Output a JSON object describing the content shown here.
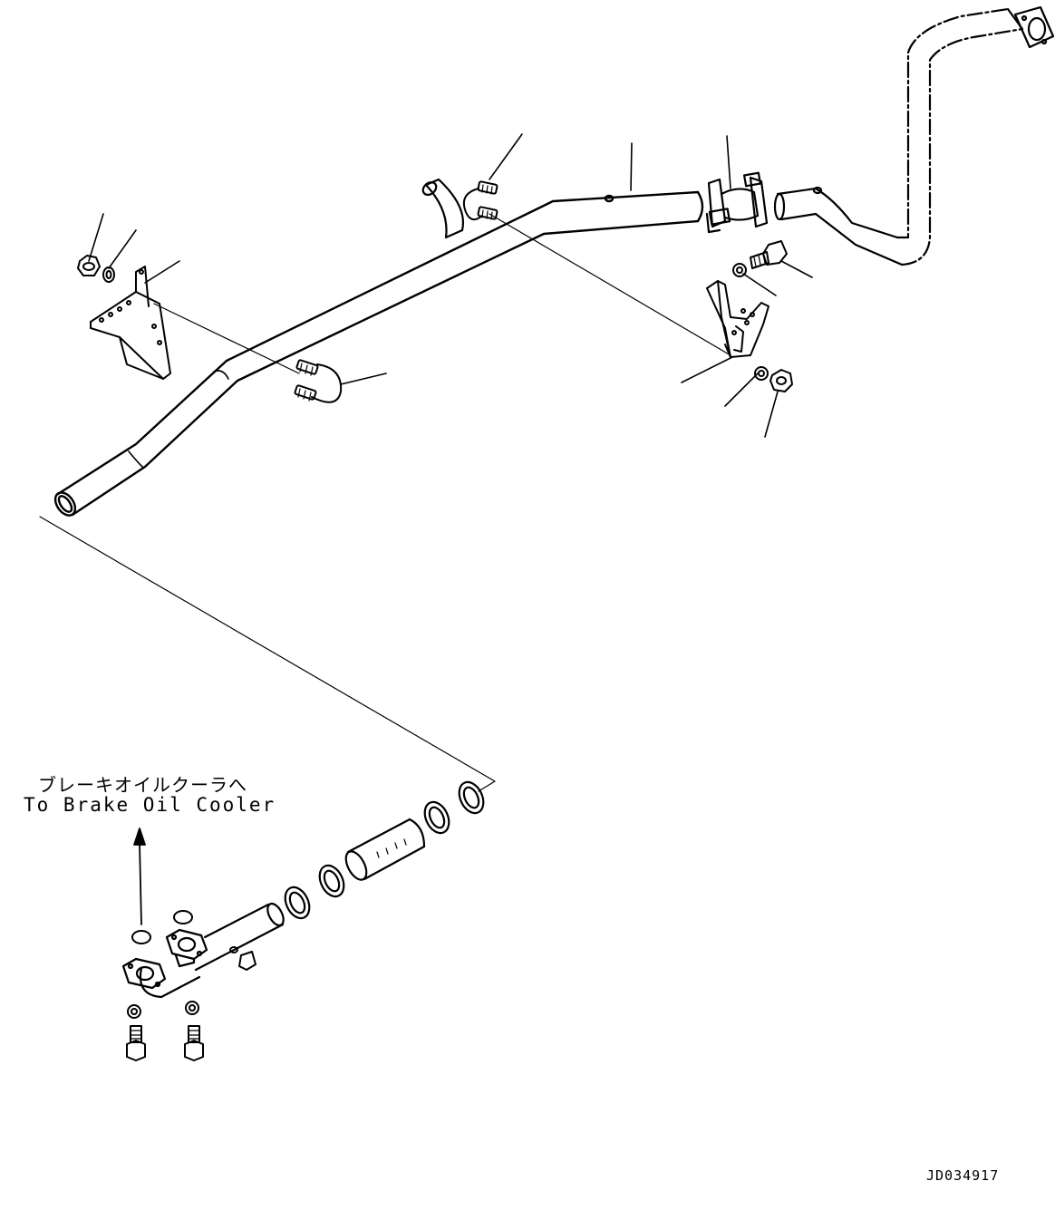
{
  "diagram": {
    "note_jp": "ブレーキオイルクーラへ",
    "note_en": "To Brake Oil Cooler",
    "drawing_id": "JD034917",
    "line_color": "#000000",
    "background": "#ffffff"
  }
}
